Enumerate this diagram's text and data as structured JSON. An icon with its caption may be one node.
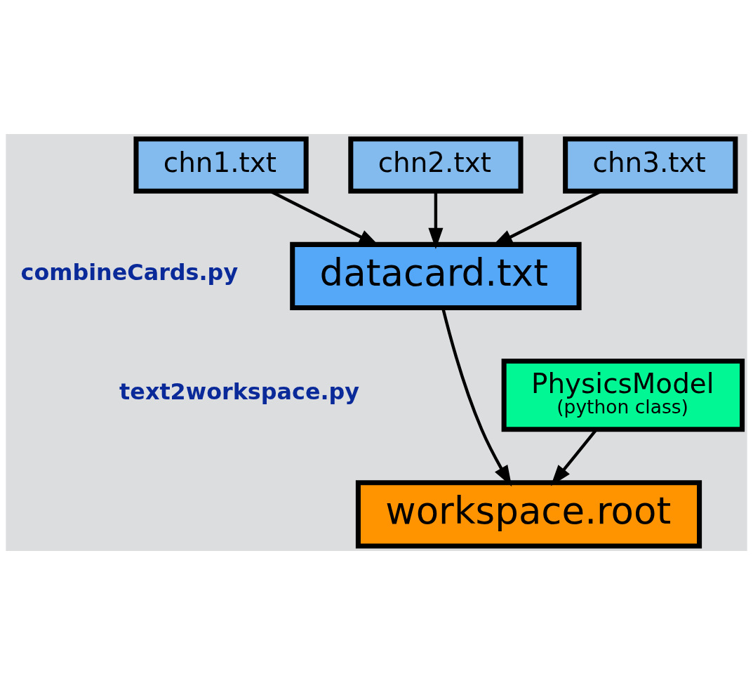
{
  "diagram": {
    "nodes": [
      {
        "text": [
          "chn1.txt"
        ]
      },
      {
        "text": [
          "chn2.txt"
        ]
      },
      {
        "text": [
          "chn3.txt"
        ]
      },
      {
        "text": [
          "datacard.txt"
        ]
      },
      {
        "text": [
          "PhysicsModel",
          "(python class)"
        ]
      },
      {
        "text": [
          "workspace.root"
        ]
      }
    ],
    "edges": [
      {
        "from": 0,
        "to": 3,
        "arrow": "to"
      },
      {
        "from": 1,
        "to": 3,
        "arrow": "to"
      },
      {
        "from": 2,
        "to": 3,
        "arrow": "to"
      },
      {
        "from": 3,
        "to": 5,
        "arrow": "to"
      },
      {
        "from": 4,
        "to": 5,
        "arrow": "to"
      }
    ],
    "labels": [
      "combineCards.py",
      "text2workspace.py"
    ]
  }
}
